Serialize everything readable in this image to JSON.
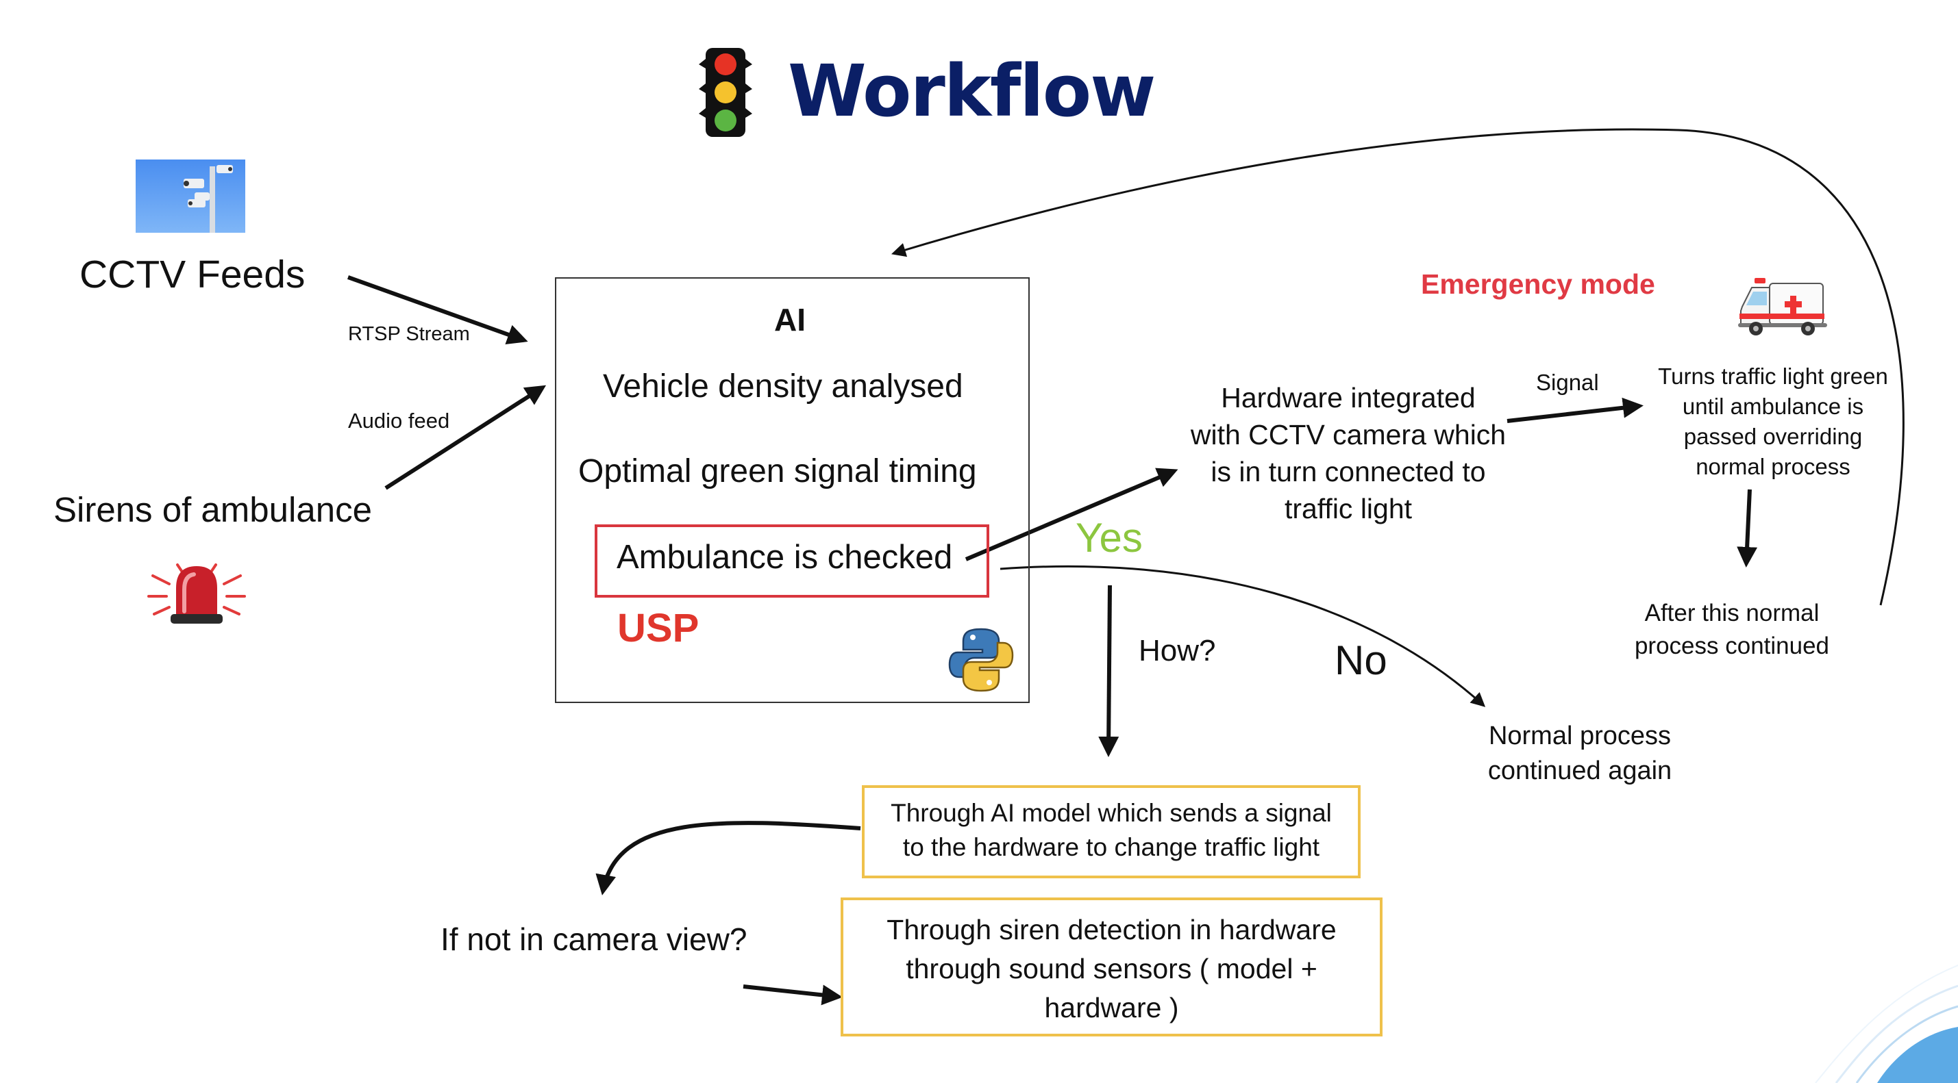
{
  "title": "Workflow",
  "colors": {
    "title": "#0b1f66",
    "usp": "#e0362c",
    "emergency": "#e03a44",
    "yes": "#8cc63f",
    "box_red": "#d9363e",
    "box_yellow": "#efc14b"
  },
  "icons": [
    "traffic-light-icon",
    "cctv-camera-icon",
    "siren-icon",
    "python-logo-icon",
    "ambulance-icon"
  ],
  "inputs": {
    "cctv": "CCTV Feeds",
    "sirens": "Sirens of ambulance",
    "rtsp": "RTSP Stream",
    "audio": "Audio feed"
  },
  "ai_box": {
    "heading": "AI",
    "line1": "Vehicle density analysed",
    "line2": "Optimal green signal timing",
    "line3": "Ambulance is checked",
    "usp": "USP"
  },
  "decision": {
    "yes": "Yes",
    "no": "No",
    "how": "How?"
  },
  "hardware": [
    "Hardware integrated",
    "with CCTV camera which",
    "is in turn connected to",
    "traffic light"
  ],
  "signal": "Signal",
  "emergency_mode": "Emergency mode",
  "turns_green": [
    "Turns traffic light green",
    "until ambulance is",
    "passed overriding",
    "normal process"
  ],
  "after_this": [
    "After this normal",
    "process continued"
  ],
  "normal_again": [
    "Normal process",
    "continued again"
  ],
  "through_ai": [
    "Through AI model which sends a  signal",
    "to the hardware to change traffic light"
  ],
  "not_in_view": "If not in camera view?",
  "through_siren": [
    "Through siren detection in hardware",
    "through sound sensors ( model +",
    "hardware )"
  ]
}
